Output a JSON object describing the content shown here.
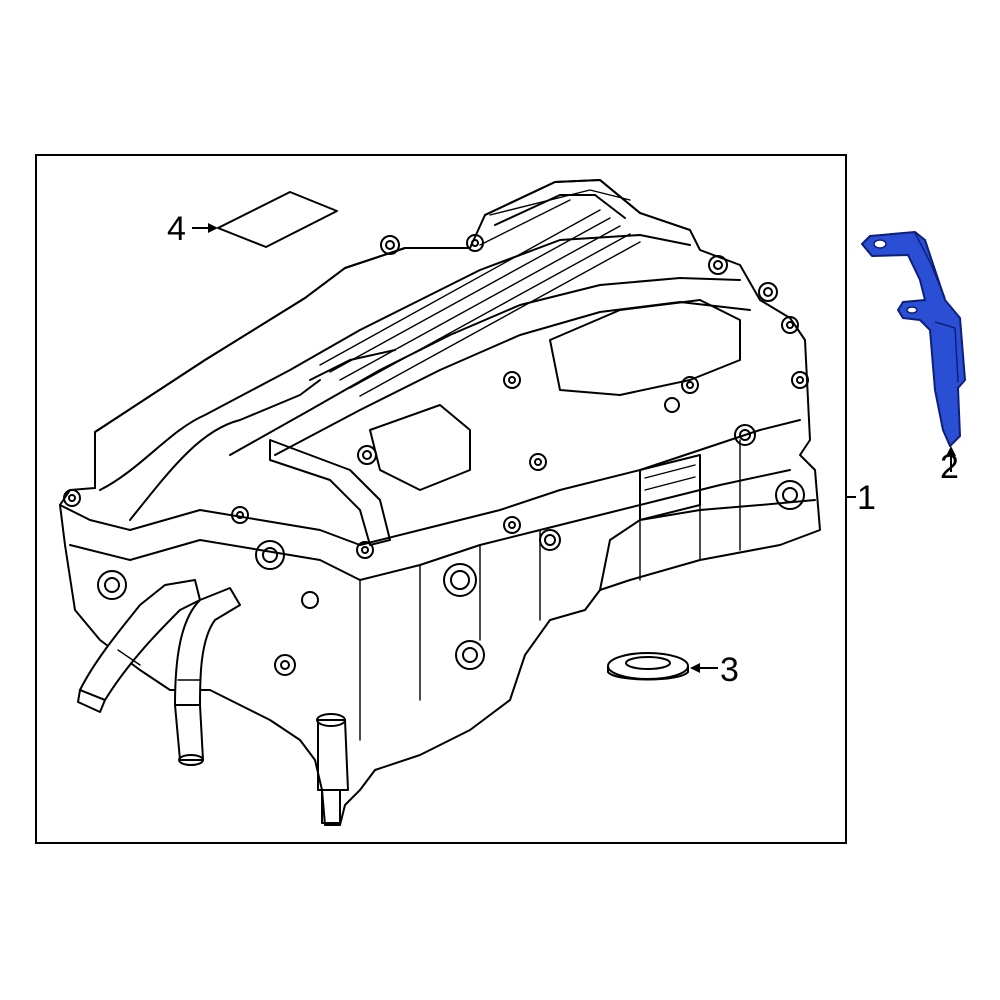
{
  "callouts": {
    "part1": "1",
    "part2": "2",
    "part3": "3",
    "part4": "4"
  },
  "colors": {
    "highlight": "#2a4fd4",
    "highlight_dark": "#0d1f7a",
    "line": "#000000",
    "background": "#ffffff"
  }
}
